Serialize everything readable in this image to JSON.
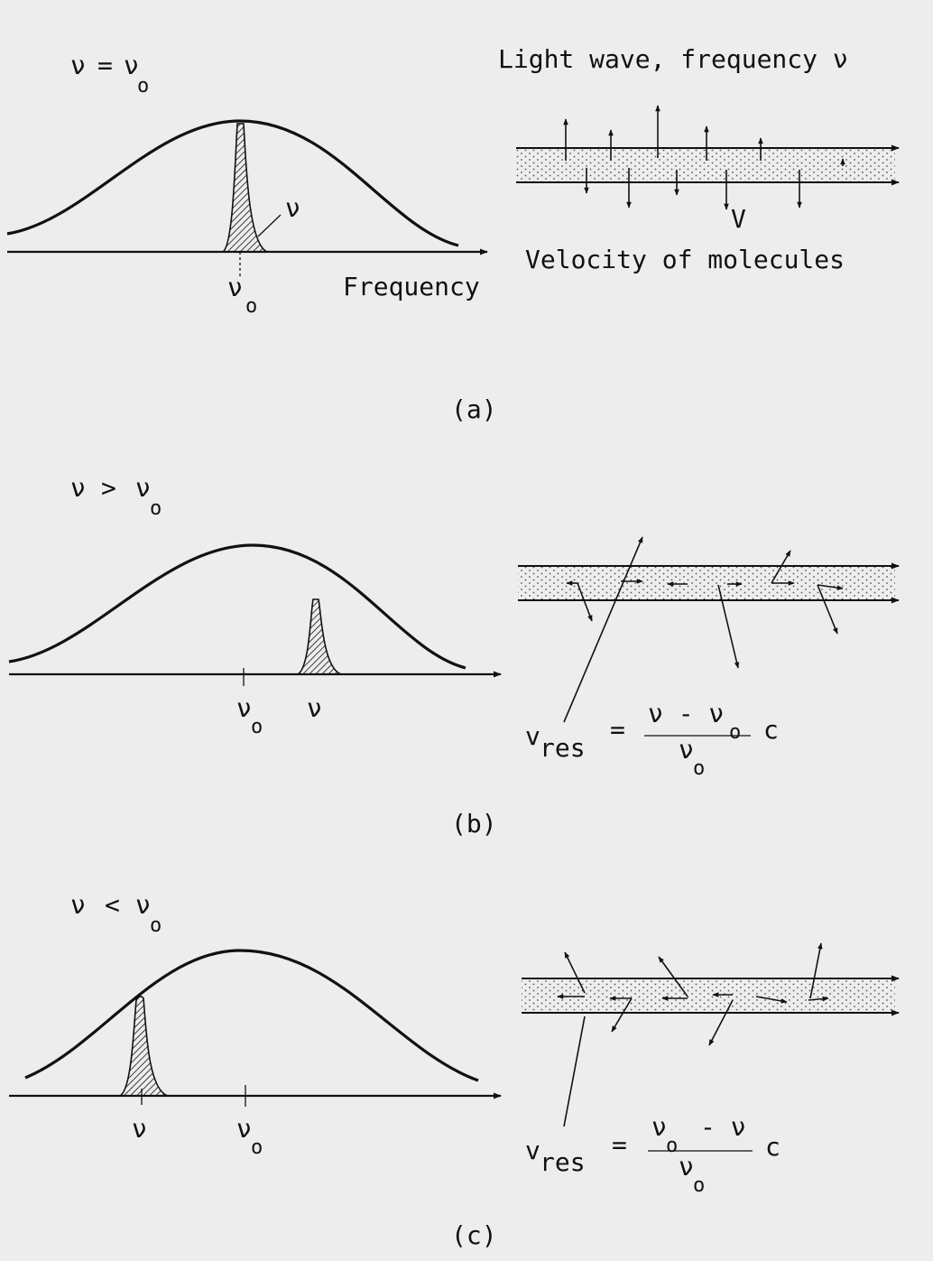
{
  "panels": [
    {
      "id": "a",
      "condition": {
        "lhs": "ν",
        "op": "=",
        "rhs": "ν",
        "rhs_sub": "o"
      },
      "caption": "(a)",
      "top_label": "Light wave, frequency ν",
      "beam_label": "Velocity of molecules",
      "vector_label": "V",
      "axis_label": "Frequency",
      "tick_labels": [
        {
          "text": "ν",
          "sub": "o"
        },
        {
          "text": "ν",
          "sub": ""
        }
      ]
    },
    {
      "id": "b",
      "condition": {
        "lhs": "ν",
        "op": ">",
        "rhs": "ν",
        "rhs_sub": "o"
      },
      "caption": "(b)",
      "tick_labels": [
        {
          "text": "ν",
          "sub": "o"
        },
        {
          "text": "ν",
          "sub": ""
        }
      ],
      "formula": {
        "lhs": "v",
        "lhs_sub": "res",
        "eq": "=",
        "num": "ν - ν",
        "num_sub": "o",
        "den": "ν",
        "den_sub": "o",
        "factor": "c"
      }
    },
    {
      "id": "c",
      "condition": {
        "lhs": "ν",
        "op": "<",
        "rhs": "ν",
        "rhs_sub": "o"
      },
      "caption": "(c)",
      "tick_labels": [
        {
          "text": "ν",
          "sub": ""
        },
        {
          "text": "ν",
          "sub": "o"
        }
      ],
      "formula": {
        "lhs": "v",
        "lhs_sub": "res",
        "eq": "=",
        "num": "ν",
        "num_sub": "o",
        "num_tail": "- ν",
        "den": "ν",
        "den_sub": "o",
        "factor": "c"
      }
    }
  ]
}
